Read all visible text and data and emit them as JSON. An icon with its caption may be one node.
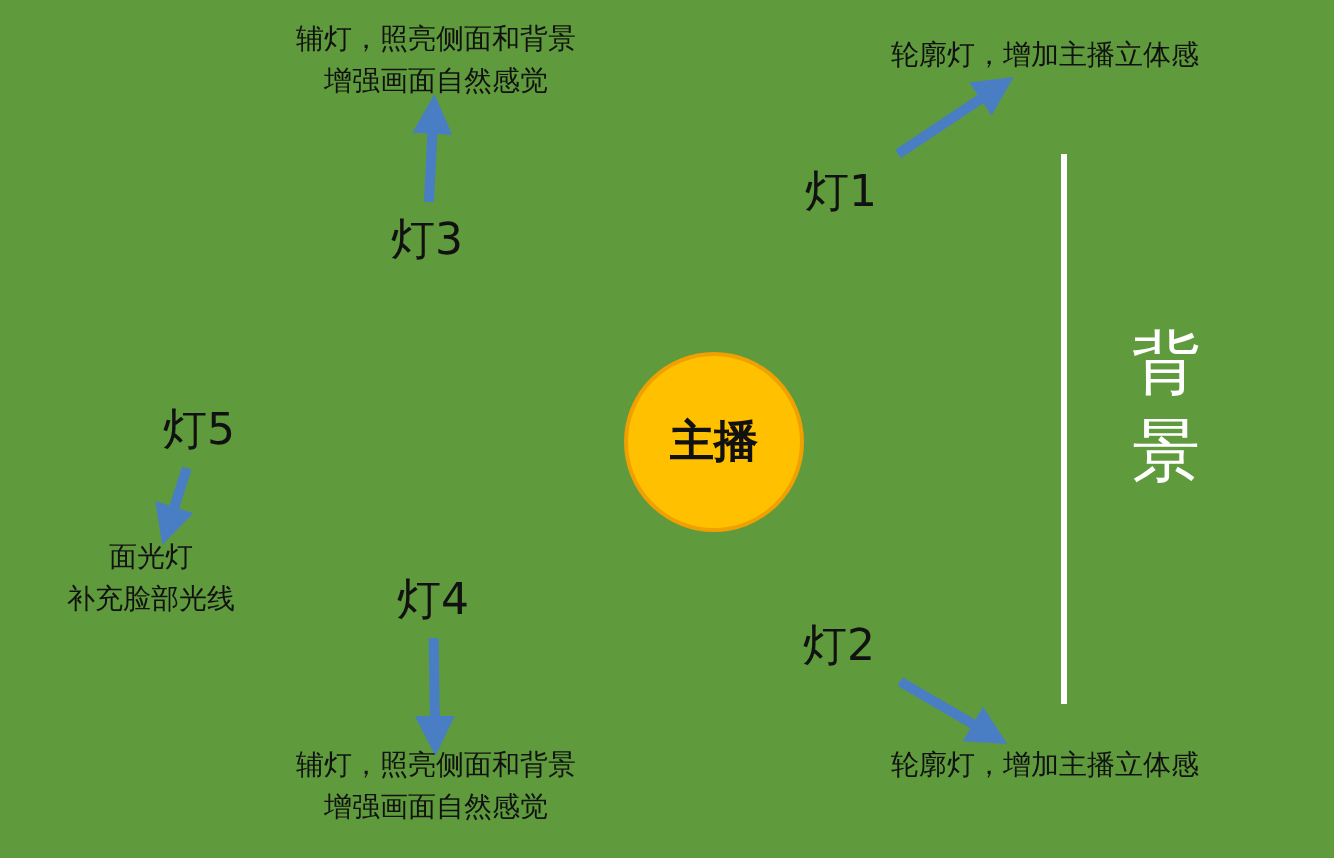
{
  "diagram": {
    "nodes": [
      {
        "text": [
          "辅灯，照亮侧面和背景增强画面自然感觉"
        ]
      },
      {
        "text": [
          "轮廓灯，增加主播立体感"
        ]
      },
      {
        "text": [
          "灯1"
        ]
      },
      {
        "text": [
          "灯3"
        ]
      },
      {
        "text": [
          "主播"
        ]
      },
      {
        "text": [
          "灯5"
        ]
      },
      {
        "text": [
          "面光灯",
          "补充脸部光线"
        ]
      },
      {
        "text": [
          "灯4"
        ]
      },
      {
        "text": [
          "灯2"
        ]
      },
      {
        "text": [
          "辅灯，照亮侧面和背景增强画面自然感觉"
        ]
      },
      {
        "text": [
          "轮廓灯，增加主播立体感"
        ]
      }
    ],
    "edges": [
      {
        "from": 2,
        "to": 1,
        "arrow": "to"
      },
      {
        "from": 3,
        "to": 0,
        "arrow": "to"
      },
      {
        "from": 5,
        "to": 6,
        "arrow": "to"
      },
      {
        "from": 7,
        "to": 9,
        "arrow": "to"
      },
      {
        "from": 8,
        "to": 10,
        "arrow": "to"
      }
    ],
    "labels": [
      "背景"
    ]
  }
}
